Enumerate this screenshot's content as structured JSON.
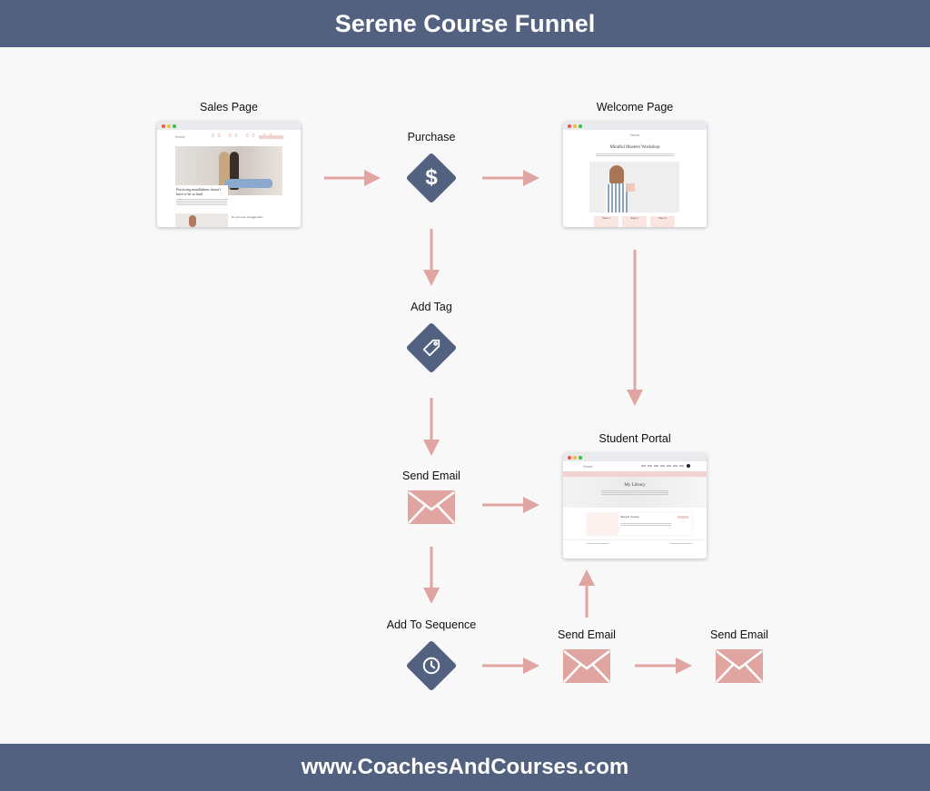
{
  "header": {
    "title": "Serene Course Funnel"
  },
  "footer": {
    "url": "www.CoachesAndCourses.com"
  },
  "colors": {
    "brand": "#536181",
    "accent": "#e0a5a1",
    "background": "#f8f8f9"
  },
  "nodes": {
    "sales_page": {
      "label": "Sales Page",
      "brand": "Serene",
      "headline": "Practicing mindfulness doesn't have to be so hard",
      "countdown": [
        "00",
        "00",
        "00",
        "00"
      ],
      "subheading": "Do you ever struggle with..."
    },
    "purchase": {
      "label": "Purchase",
      "icon": "dollar-icon"
    },
    "welcome_page": {
      "label": "Welcome Page",
      "brand": "Serene",
      "title": "Mindful Masters Workshop",
      "steps": [
        "Step 1",
        "Step 2",
        "Step 3"
      ]
    },
    "add_tag": {
      "label": "Add Tag",
      "icon": "tag-icon"
    },
    "send_email_1": {
      "label": "Send Email",
      "icon": "envelope-icon"
    },
    "student_portal": {
      "label": "Student Portal",
      "brand": "Serene",
      "title": "My Library",
      "course_title": "Sample Course"
    },
    "add_to_sequence": {
      "label": "Add To Sequence",
      "icon": "clock-icon"
    },
    "send_email_2": {
      "label": "Send Email",
      "icon": "envelope-icon"
    },
    "send_email_3": {
      "label": "Send Email",
      "icon": "envelope-icon"
    }
  }
}
